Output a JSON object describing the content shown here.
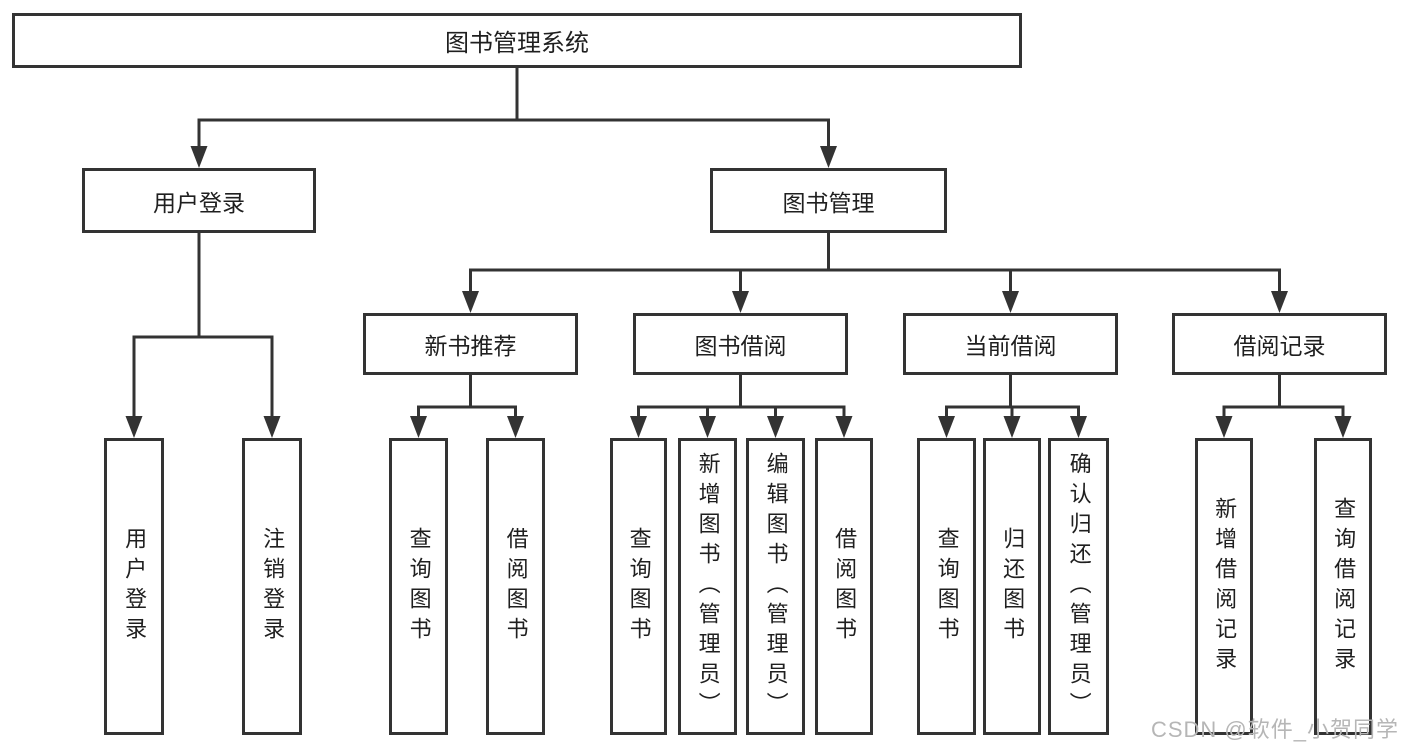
{
  "tree": {
    "label": "图书管理系统",
    "children": [
      {
        "label": "用户登录",
        "children": [
          {
            "label": "用户登录"
          },
          {
            "label": "注销登录"
          }
        ]
      },
      {
        "label": "图书管理",
        "children": [
          {
            "label": "新书推荐",
            "children": [
              {
                "label": "查询图书"
              },
              {
                "label": "借阅图书"
              }
            ]
          },
          {
            "label": "图书借阅",
            "children": [
              {
                "label": "查询图书"
              },
              {
                "label": "新增图书（管理员）"
              },
              {
                "label": "编辑图书（管理员）"
              },
              {
                "label": "借阅图书"
              }
            ]
          },
          {
            "label": "当前借阅",
            "children": [
              {
                "label": "查询图书"
              },
              {
                "label": "归还图书"
              },
              {
                "label": "确认归还（管理员）"
              }
            ]
          },
          {
            "label": "借阅记录",
            "children": [
              {
                "label": "新增借阅记录"
              },
              {
                "label": "查询借阅记录"
              }
            ]
          }
        ]
      }
    ]
  },
  "watermark": {
    "text": "CSDN @软件_小贺同学"
  },
  "colors": {
    "line": "#333333",
    "node_border": "#333333",
    "text": "#1f1f1f",
    "watermark": "#b6b6b6",
    "background": "#ffffff"
  }
}
